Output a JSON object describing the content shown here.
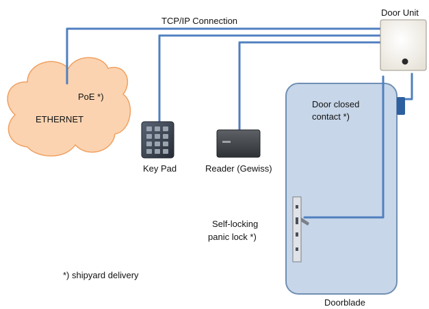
{
  "connection_label": "TCP/IP Connection",
  "door_unit_label": "Door Unit",
  "ethernet": {
    "label": "ETHERNET",
    "poe_label": "PoE *)"
  },
  "keypad_label": "Key Pad",
  "reader_label": "Reader (Gewiss)",
  "door_contact_label_line1": "Door closed",
  "door_contact_label_line2": "contact *)",
  "lock_label_line1": "Self-locking",
  "lock_label_line2": "panic lock *)",
  "footnote": "*) shipyard delivery",
  "doorblade_label": "Doorblade",
  "colors": {
    "cable": "#4f7fbf",
    "cloud_fill": "#fbd3b0",
    "cloud_stroke": "#f0a060",
    "door_fill": "#c7d6e8",
    "door_stroke": "#6f8fb3",
    "contact": "#2e5f9e"
  },
  "icons": [
    "ethernet-cloud-icon",
    "keypad-icon",
    "reader-icon",
    "door-unit-icon",
    "panic-lock-icon",
    "door-contact-icon"
  ]
}
